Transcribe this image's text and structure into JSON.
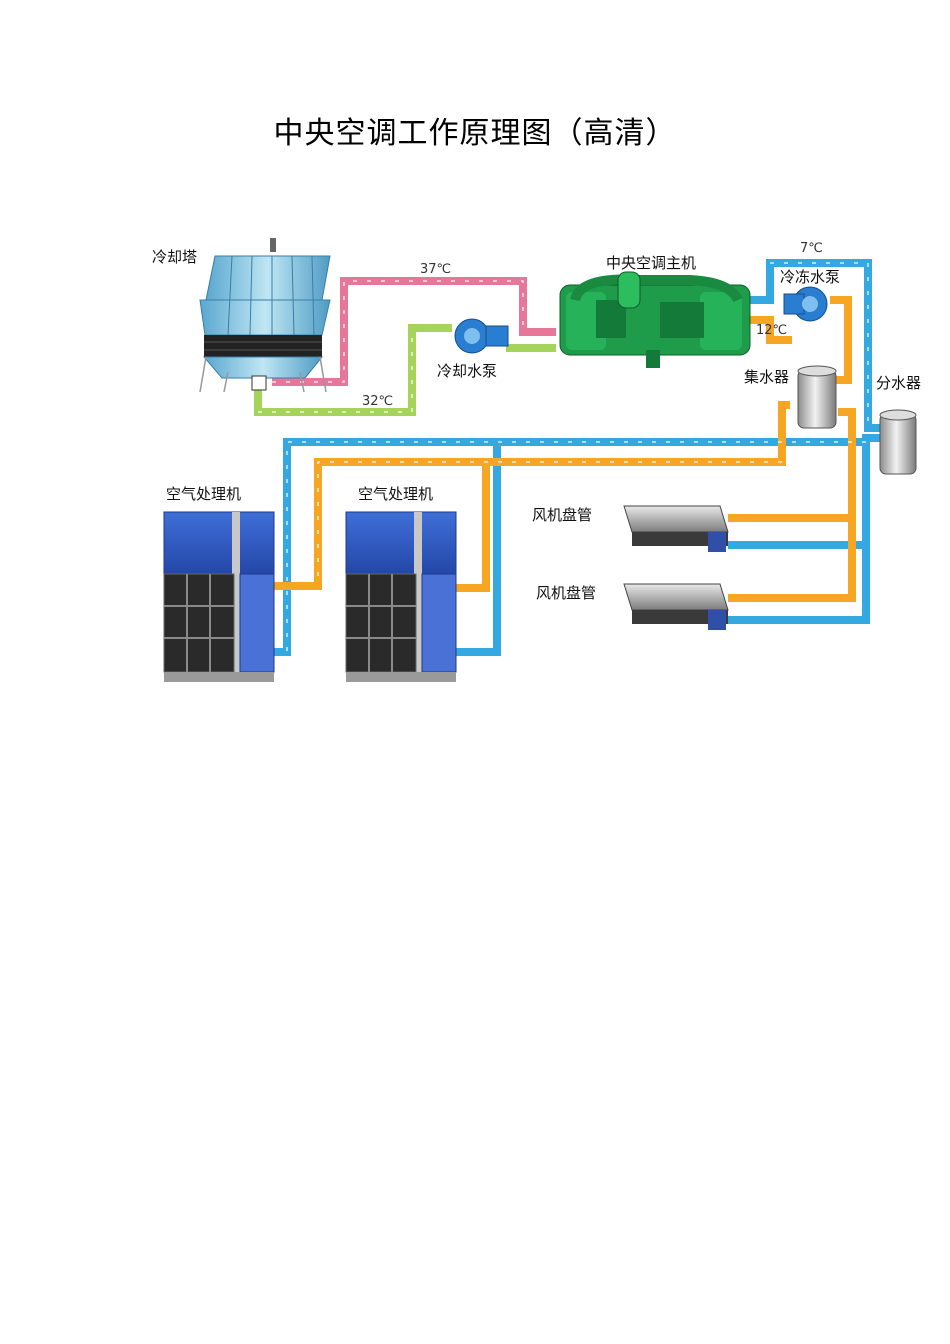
{
  "title": "中央空调工作原理图（高清）",
  "labels": {
    "cooling_tower": "冷却塔",
    "chiller": "中央空调主机",
    "cooling_pump": "冷却水泵",
    "chilled_pump": "冷冻水泵",
    "collector": "集水器",
    "distributor": "分水器",
    "ahu_1": "空气处理机",
    "ahu_2": "空气处理机",
    "fcu_1": "风机盘管",
    "fcu_2": "风机盘管"
  },
  "temps": {
    "cooling_supply": "37℃",
    "cooling_return": "32℃",
    "chilled_supply": "7℃",
    "chilled_return": "12℃"
  },
  "colors": {
    "hot_cooling_pipe": "#e8769a",
    "cool_cooling_pipe": "#a6d35a",
    "chilled_supply_pipe": "#34a8e0",
    "chilled_return_pipe": "#f6a623",
    "chiller": "#1f9c4a",
    "tower": "#7ec3de"
  }
}
